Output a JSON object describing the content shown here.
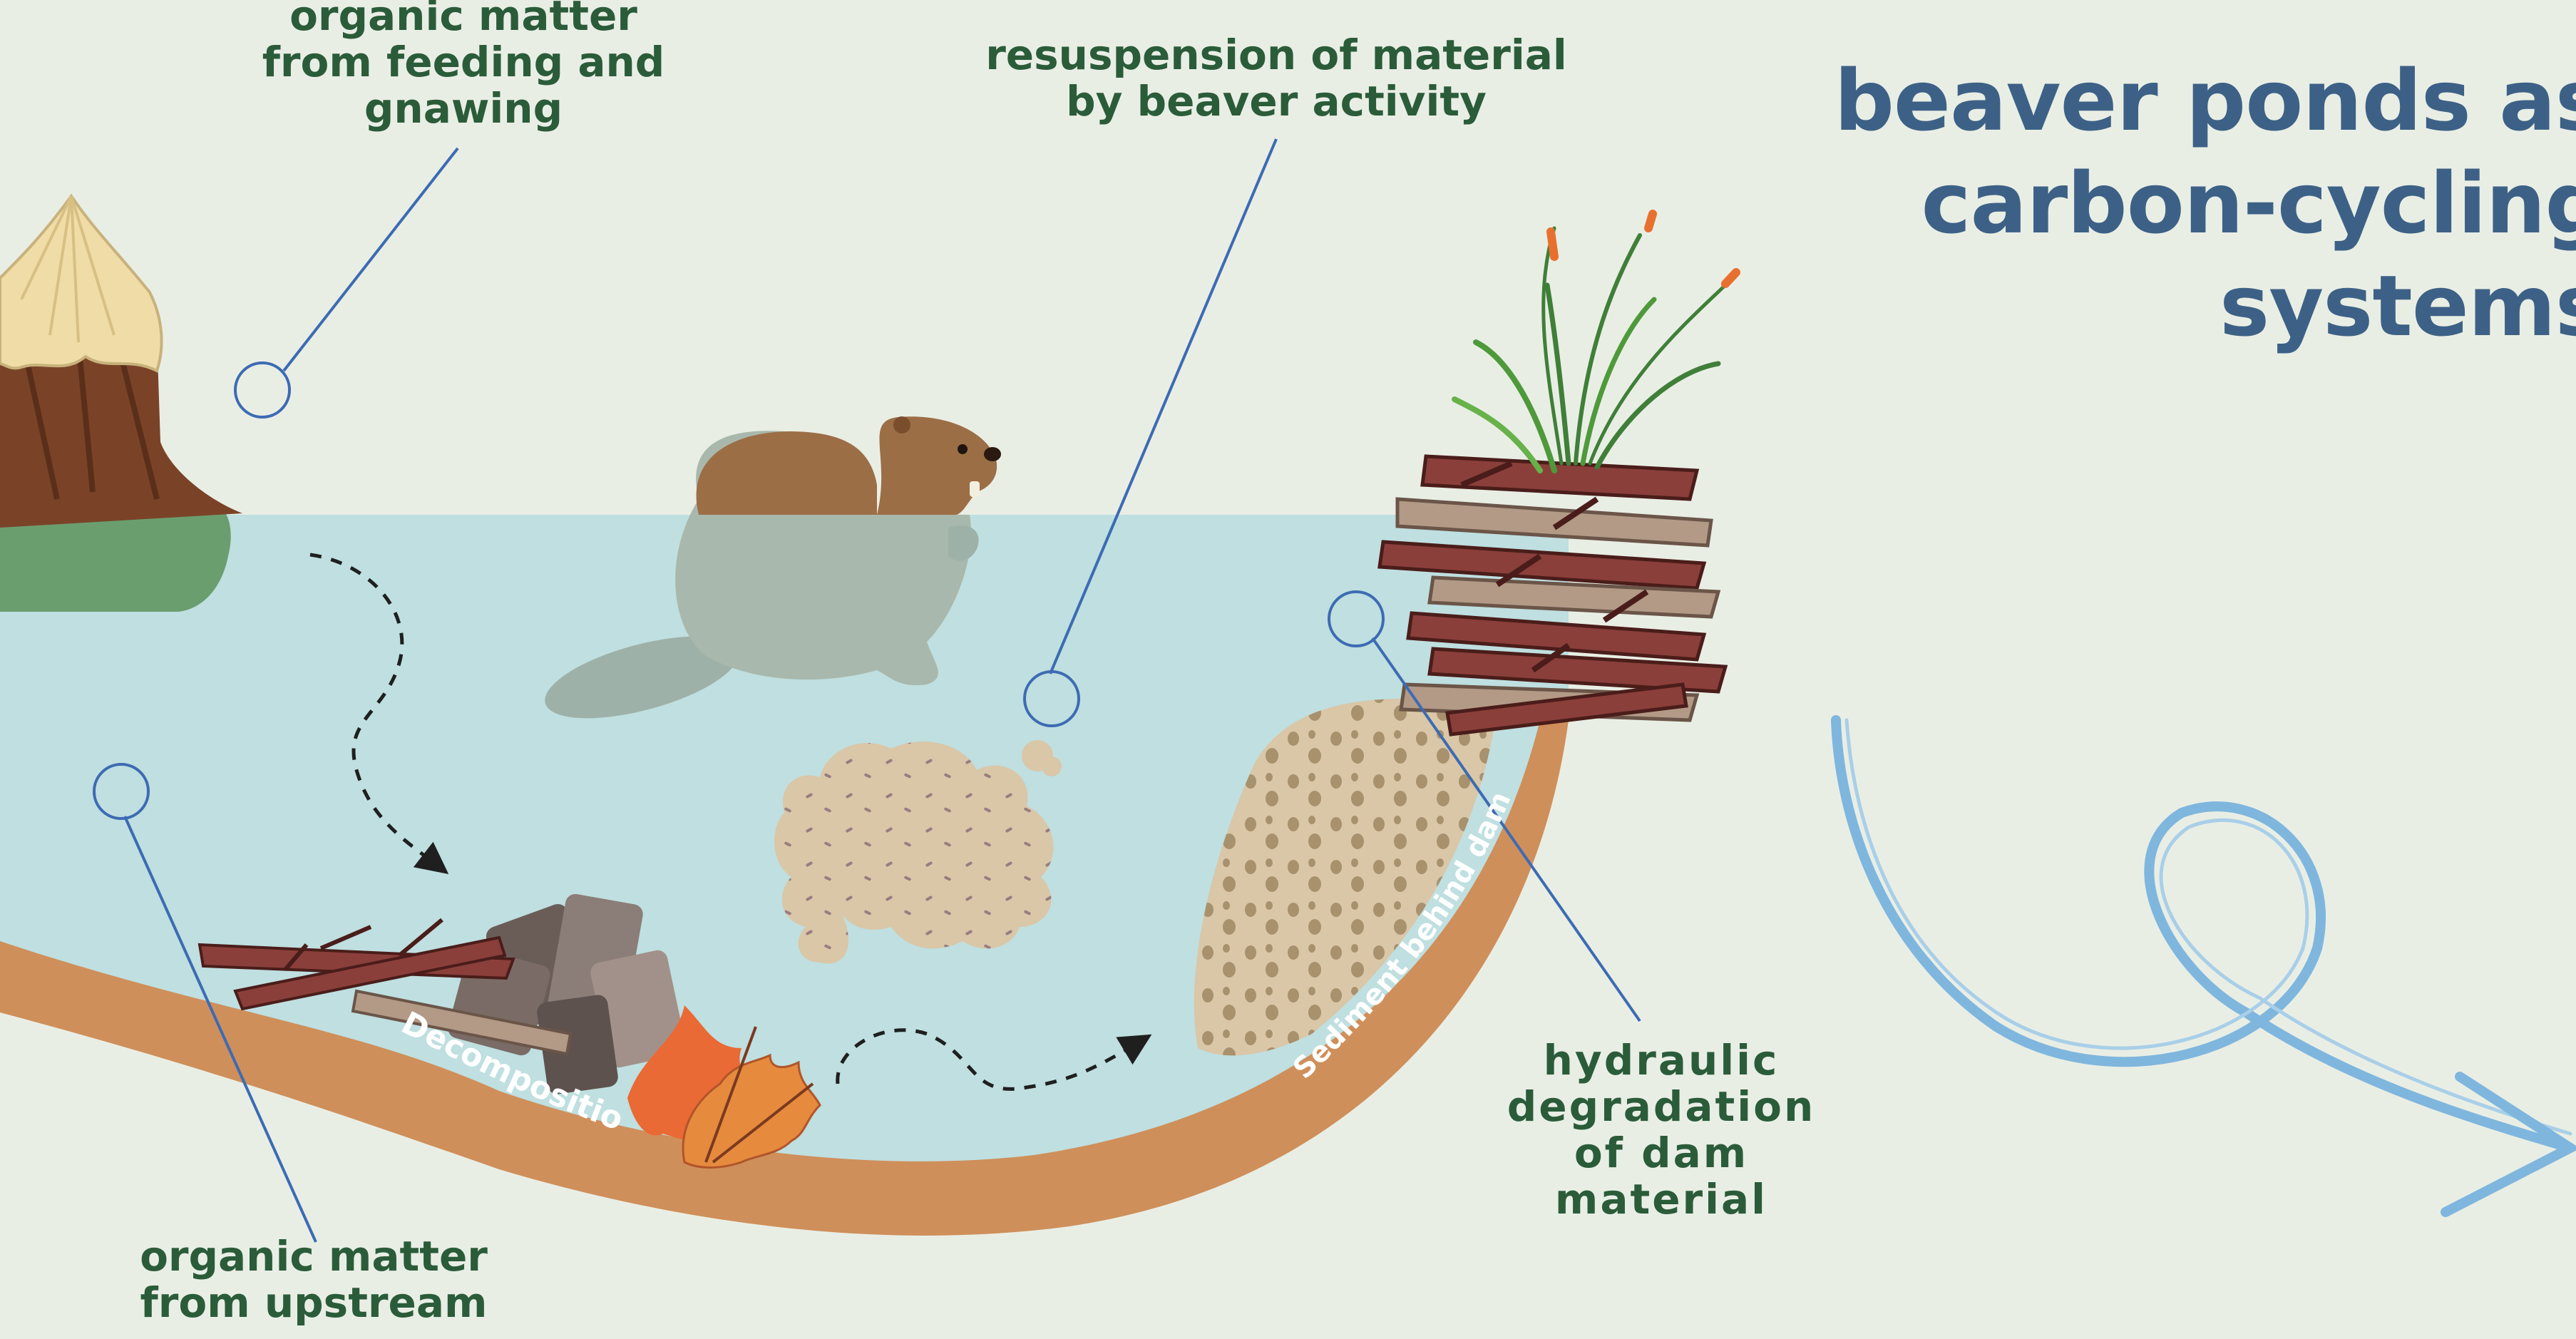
{
  "title": {
    "lines": [
      "beaver ponds as",
      "carbon-cycling",
      "systems"
    ]
  },
  "labels": {
    "feeding": [
      "organic matter",
      "from feeding and",
      "gnawing"
    ],
    "resuspension": [
      "resuspension of material",
      "by beaver activity"
    ],
    "upstream": [
      "organic matter",
      "from upstream"
    ],
    "hydraulic": [
      "hydraulic",
      "degradation",
      "of dam",
      "material"
    ],
    "decomposition": "Decomposition",
    "sediment": "Sediment behind dam"
  },
  "icons": [
    "tree-stump-icon",
    "beaver-icon",
    "grass-icon",
    "beaver-dam-icon",
    "log-pile-icon",
    "leaf-icon",
    "sediment-cloud-icon",
    "loop-arrow-icon"
  ],
  "colors": {
    "background": "#e9eee5",
    "water": "#bfdfe0",
    "riverbed": "#cf8f5a",
    "label_text": "#2b5c3a",
    "title_text": "#3d6186",
    "callout": "#3d6bb3",
    "arrow": "#7fb6dd"
  }
}
